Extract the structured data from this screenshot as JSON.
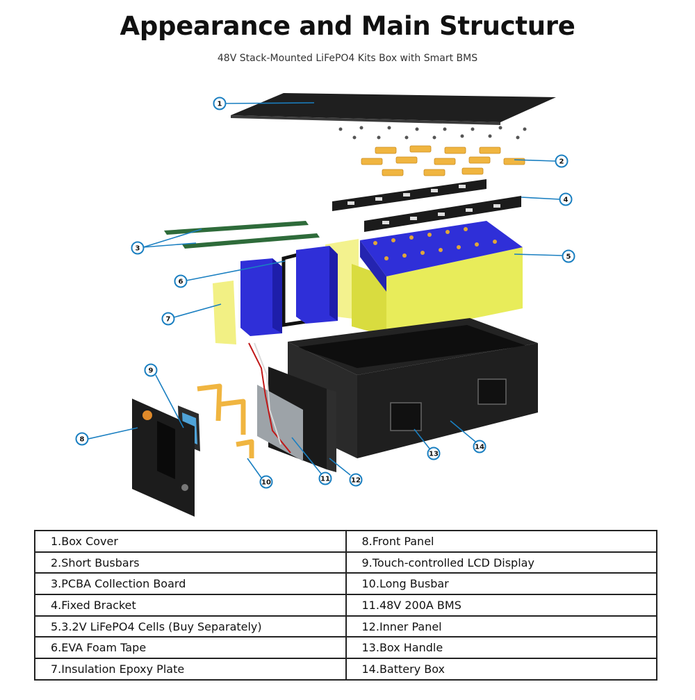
{
  "header": {
    "title": "Appearance and Main Structure",
    "subtitle": "48V Stack-Mounted LiFePO4 Kits Box with Smart BMS"
  },
  "callouts": [
    "1",
    "2",
    "3",
    "4",
    "5",
    "6",
    "7",
    "8",
    "9",
    "10",
    "11",
    "12",
    "13",
    "14"
  ],
  "legend": {
    "left": [
      "1.Box Cover",
      "2.Short Busbars",
      "3.PCBA Collection Board",
      "4.Fixed Bracket",
      "5.3.2V LiFePO4 Cells (Buy Separately)",
      "6.EVA Foam Tape",
      "7.Insulation Epoxy Plate"
    ],
    "right": [
      "8.Front Panel",
      "9.Touch-controlled LCD Display",
      "10.Long Busbar",
      "11.48V 200A BMS",
      "12.Inner Panel",
      "13.Box Handle",
      "14.Battery Box"
    ]
  },
  "colors": {
    "leader": "#1a7fc1",
    "cell_blue": "#2f2fd8",
    "yellow": "#e8ec5a",
    "box_black": "#1c1c1c",
    "pcb_green": "#2e6b3a"
  }
}
